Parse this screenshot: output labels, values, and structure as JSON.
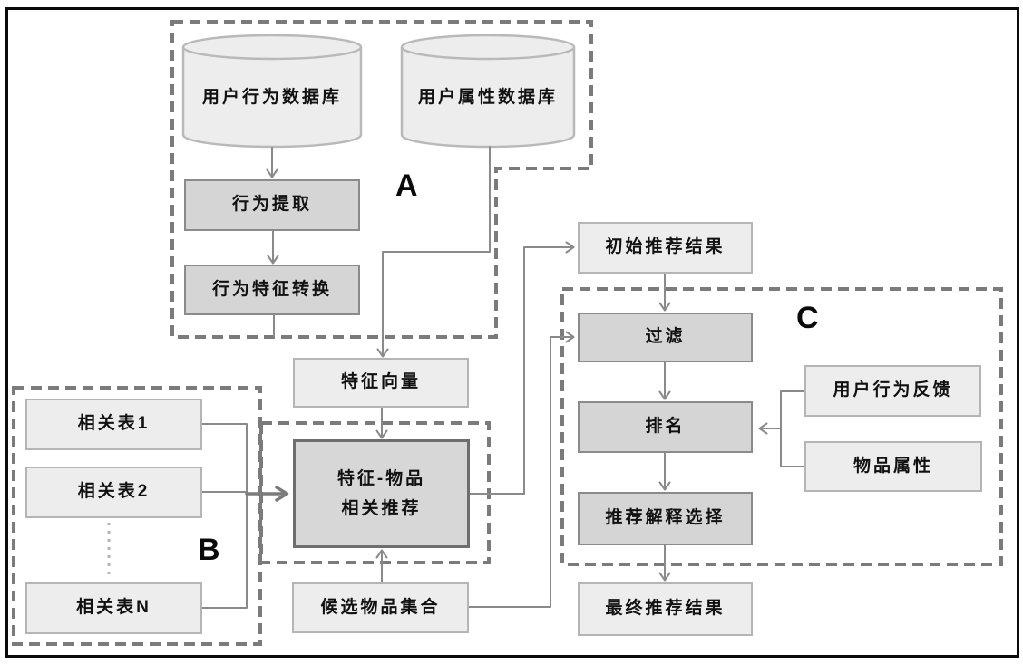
{
  "figure": {
    "type": "flowchart",
    "description_visible_regions": [
      "A",
      "B",
      "C"
    ]
  },
  "regions": {
    "a": {
      "label": "A"
    },
    "b": {
      "label": "B"
    },
    "c": {
      "label": "C"
    }
  },
  "nodes": {
    "db_behavior": {
      "label": "用户行为数据库"
    },
    "db_attribute": {
      "label": "用户属性数据库"
    },
    "behavior_extract": {
      "label": "行为提取"
    },
    "behavior_feature_convert": {
      "label": "行为特征转换"
    },
    "feature_vector": {
      "label": "特征向量"
    },
    "related_table_1": {
      "label": "相关表1"
    },
    "related_table_2": {
      "label": "相关表2"
    },
    "related_table_n": {
      "label": "相关表N"
    },
    "feature_item_rec": {
      "label_line1": "特征-物品",
      "label_line2": "相关推荐"
    },
    "candidate_items": {
      "label": "候选物品集合"
    },
    "initial_results": {
      "label": "初始推荐结果"
    },
    "filter": {
      "label": "过滤"
    },
    "ranking": {
      "label": "排名"
    },
    "explanation_select": {
      "label": "推荐解释选择"
    },
    "final_results": {
      "label": "最终推荐结果"
    },
    "user_feedback": {
      "label": "用户行为反馈"
    },
    "item_attributes": {
      "label": "物品属性"
    }
  },
  "colors": {
    "box_fill_light": "#ededed",
    "box_fill_dark": "#d5d5d5",
    "box_border_light": "#b5b5b5",
    "box_border_dark": "#8b8b8b",
    "core_box_border": "#6e6e6e",
    "dashed_region": "#7b7b7b",
    "connector_line": "#8a8a8a",
    "text": "#111111",
    "frame": "#0a0a0a"
  }
}
